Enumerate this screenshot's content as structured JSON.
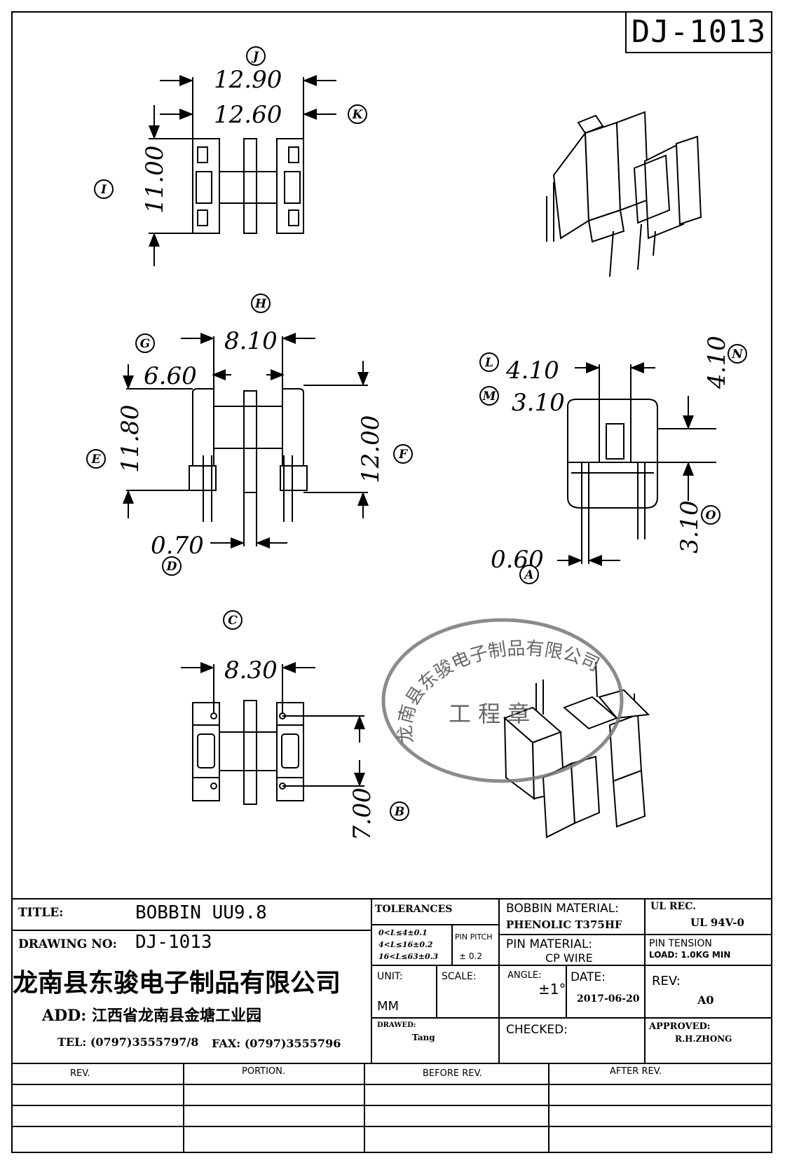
{
  "header": {
    "drawing_code": "DJ-1013"
  },
  "dimensions": {
    "J": "12.90",
    "K": "12.60",
    "I": "11.00",
    "H": "8.10",
    "G": "6.60",
    "E": "11.80",
    "F": "12.00",
    "D": "0.70",
    "L": "4.10",
    "M": "3.10",
    "N": "4.10",
    "O": "3.10",
    "A": "0.60",
    "C": "8.30",
    "B": "7.00"
  },
  "dim_tags": [
    "J",
    "K",
    "I",
    "H",
    "G",
    "E",
    "F",
    "D",
    "L",
    "M",
    "N",
    "O",
    "A",
    "C",
    "B"
  ],
  "stamp": {
    "company": "龙南县东骏电子制品有限公司",
    "label": "工 程 章"
  },
  "title_block": {
    "title_label": "TITLE:",
    "title_value": "BOBBIN UU9.8",
    "drawing_no_label": "DRAWING NO:",
    "drawing_no_value": "DJ-1013",
    "company": "龙南县东骏电子制品有限公司",
    "address": "ADD: 江西省龙南县金塘工业园",
    "tel": "TEL: (0797)3555797/8",
    "fax": "FAX: (0797)3555796",
    "tolerances_label": "TOLERANCES",
    "tol_line1": "0<L≤4±0.1",
    "tol_line2": "4<L≤16±0.2",
    "tol_line3": "16<L≤63±0.3",
    "pin_pitch_label": "PIN PITCH",
    "pin_pitch_value": "± 0.2",
    "bobbin_material_label": "BOBBIN MATERIAL:",
    "bobbin_material_value": "PHENOLIC    T375HF",
    "ul_rec_label": "UL REC.",
    "ul_rec_value": "UL  94V-0",
    "pin_material_label": "PIN MATERIAL:",
    "pin_material_value": "CP WIRE",
    "pin_tension_label": "PIN TENSION",
    "pin_tension_value": "LOAD:  1.0KG MIN",
    "unit_label": "UNIT:",
    "unit_value": "MM",
    "scale_label": "SCALE:",
    "angle_label": "ANGLE:",
    "angle_value": "±1°",
    "date_label": "DATE:",
    "date_value": "2017-06-20",
    "rev_label": "REV:",
    "rev_value": "A0",
    "drawed_label": "DRAWED:",
    "drawed_value": "Tang",
    "checked_label": "CHECKED:",
    "approved_label": "APPROVED:",
    "approved_value": "R.H.ZHONG"
  },
  "revision_table": {
    "headers": [
      "REV.",
      "PORTION.",
      "BEFORE REV.",
      "AFTER REV."
    ]
  }
}
